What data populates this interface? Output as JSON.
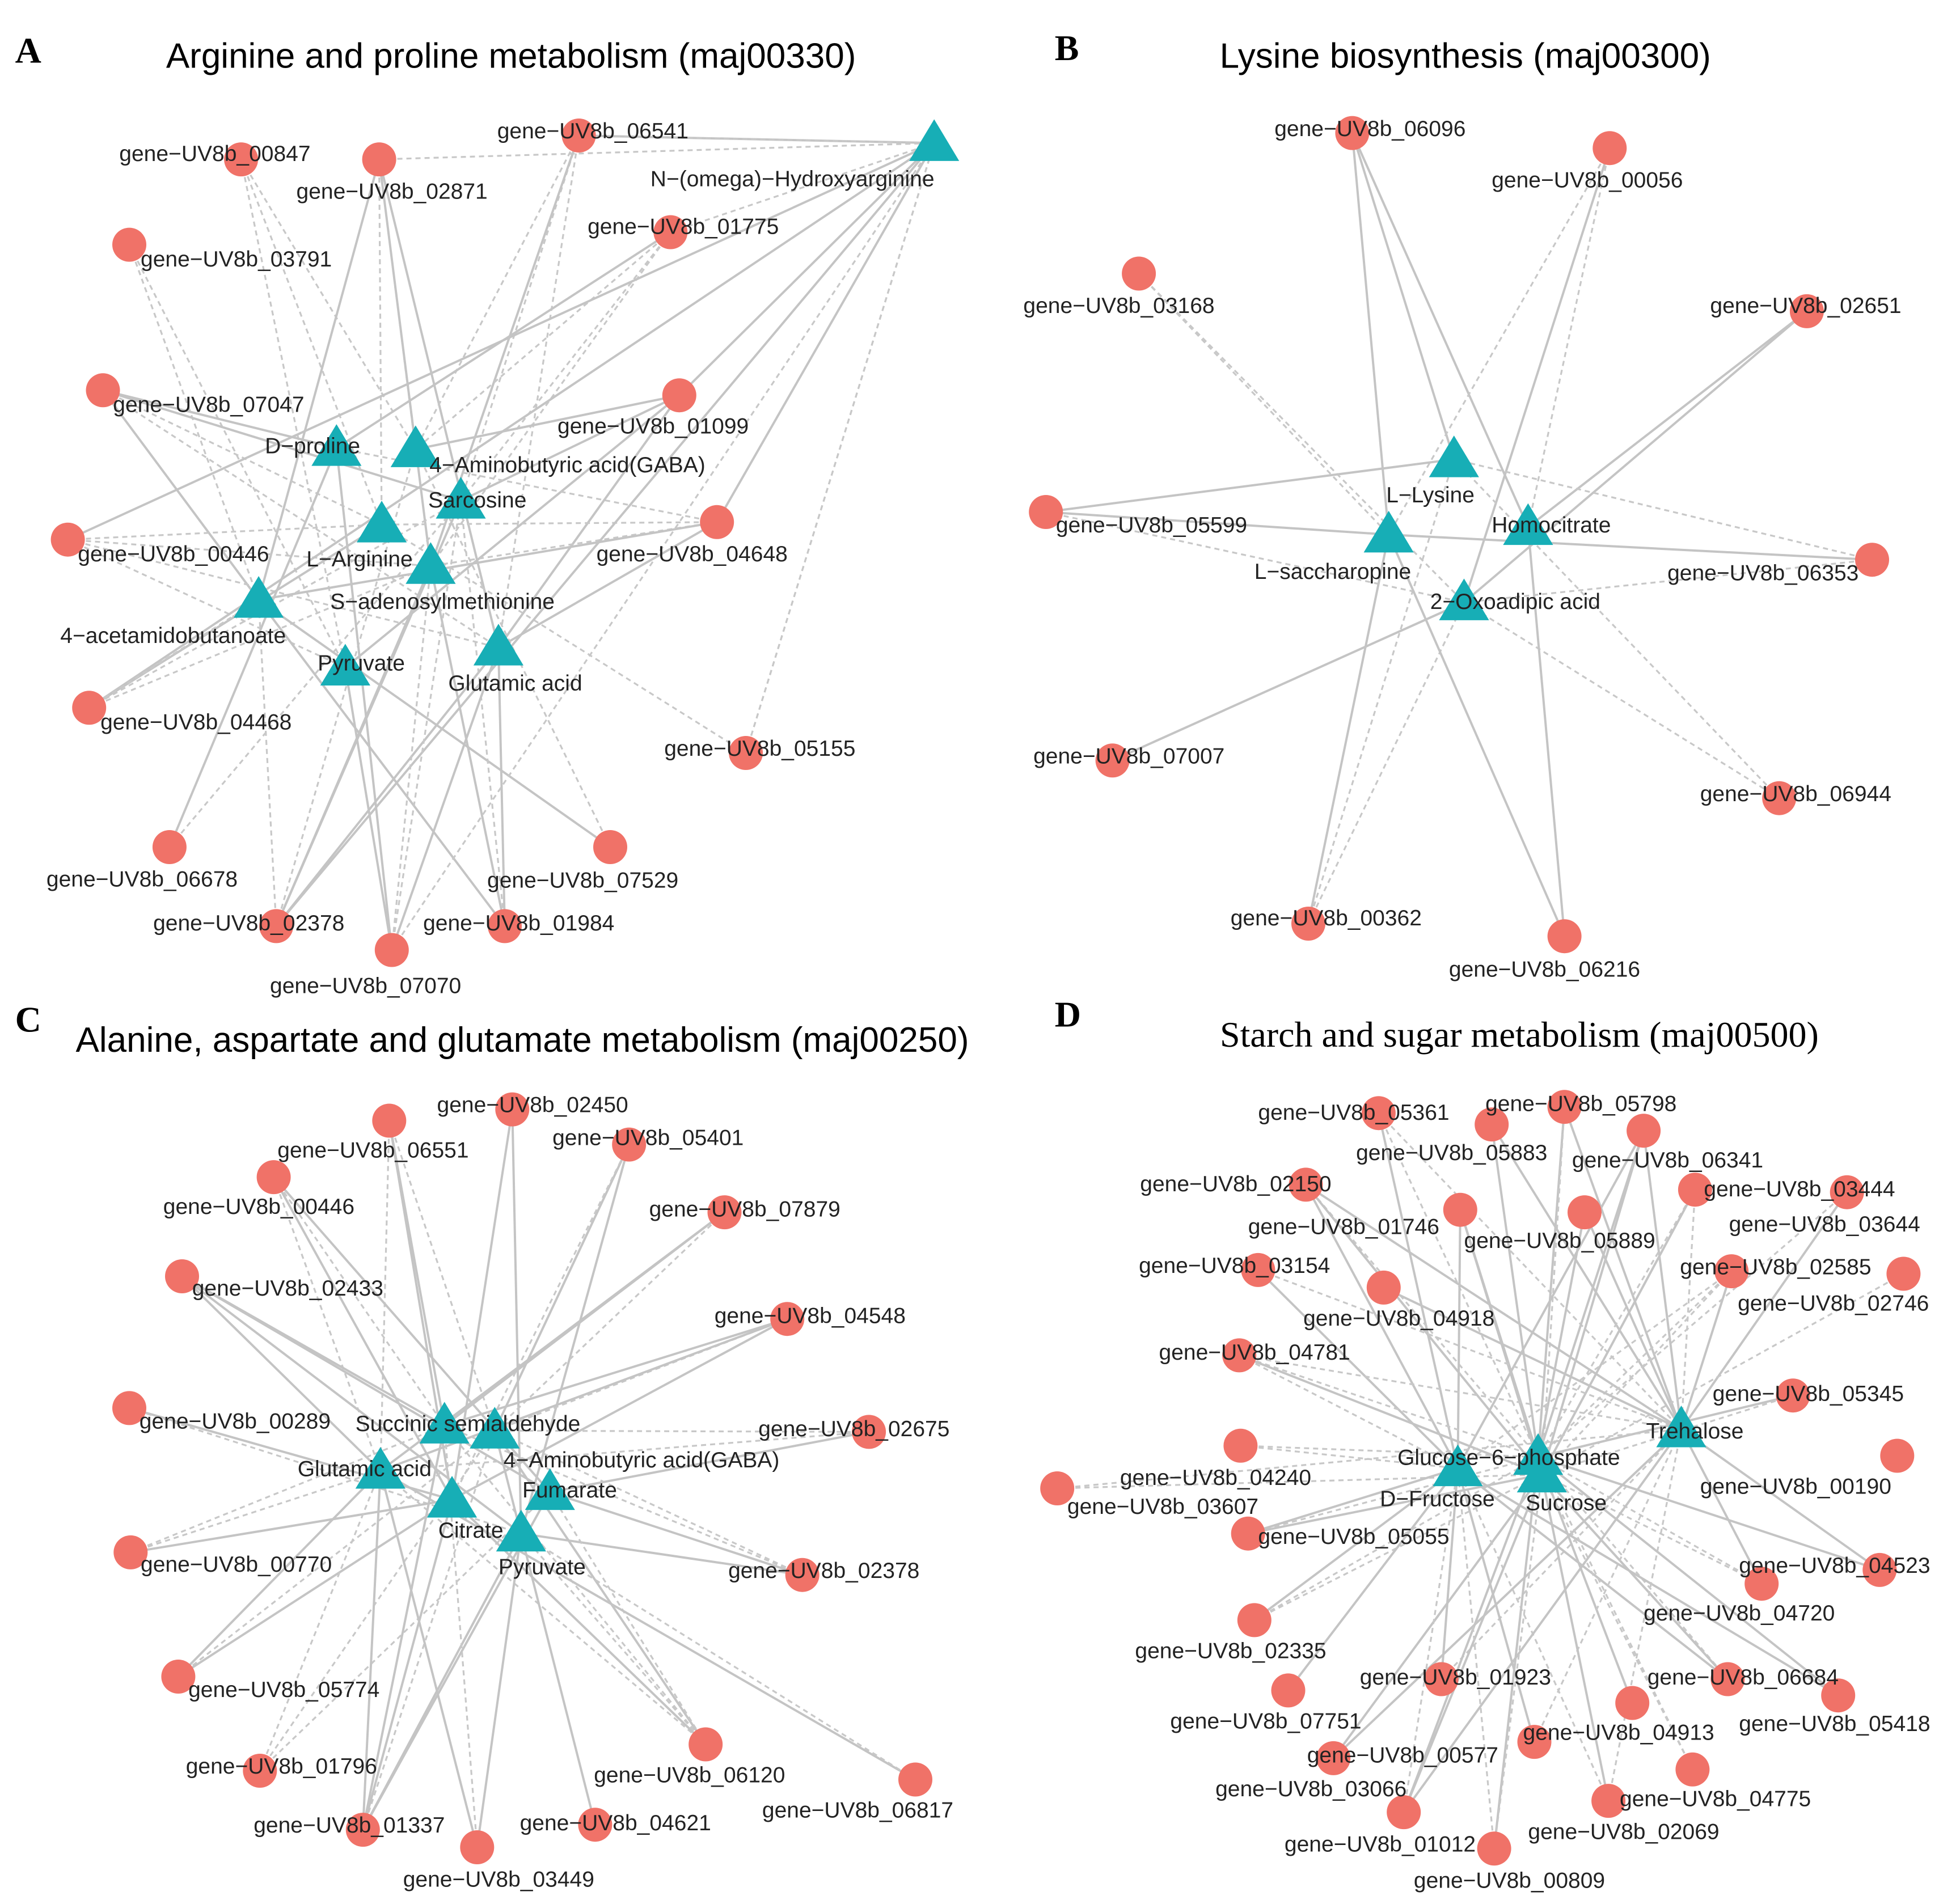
{
  "colors": {
    "gene": "#f07268",
    "metabolite": "#17aeb6",
    "edge": "#c4c4c4"
  },
  "panels": [
    {
      "letter": "A",
      "title": "Arginine and proline metabolism (maj00330)",
      "genes": [
        "gene−UV8b_00847",
        "gene−UV8b_02871",
        "gene−UV8b_06541",
        "gene−UV8b_01775",
        "gene−UV8b_03791",
        "gene−UV8b_07047",
        "gene−UV8b_01099",
        "gene−UV8b_00446",
        "gene−UV8b_04648",
        "gene−UV8b_04468",
        "gene−UV8b_05155",
        "gene−UV8b_06678",
        "gene−UV8b_07529",
        "gene−UV8b_02378",
        "gene−UV8b_01984",
        "gene−UV8b_07070"
      ],
      "metabolites": [
        "N−(omega)−Hydroxyarginine",
        "D−proline",
        "4−Aminobutyric acid(GABA)",
        "Sarcosine",
        "L−Arginine",
        "S−adenosylmethionine",
        "4−acetamidobutanoate",
        "Pyruvate",
        "Glutamic acid"
      ]
    },
    {
      "letter": "B",
      "title": "Lysine biosynthesis (maj00300)",
      "genes": [
        "gene−UV8b_06096",
        "gene−UV8b_00056",
        "gene−UV8b_03168",
        "gene−UV8b_02651",
        "gene−UV8b_05599",
        "gene−UV8b_06353",
        "gene−UV8b_07007",
        "gene−UV8b_06944",
        "gene−UV8b_00362",
        "gene−UV8b_06216"
      ],
      "metabolites": [
        "L−Lysine",
        "Homocitrate",
        "L−saccharopine",
        "2−Oxoadipic acid"
      ]
    },
    {
      "letter": "C",
      "title": "Alanine, aspartate and glutamate metabolism (maj00250)",
      "genes": [
        "gene−UV8b_02450",
        "gene−UV8b_06551",
        "gene−UV8b_05401",
        "gene−UV8b_00446",
        "gene−UV8b_07879",
        "gene−UV8b_02433",
        "gene−UV8b_04548",
        "gene−UV8b_00289",
        "gene−UV8b_02675",
        "gene−UV8b_00770",
        "gene−UV8b_02378",
        "gene−UV8b_05774",
        "gene−UV8b_01796",
        "gene−UV8b_06120",
        "gene−UV8b_01337",
        "gene−UV8b_04621",
        "gene−UV8b_06817",
        "gene−UV8b_03449"
      ],
      "metabolites": [
        "Succinic semialdehyde",
        "4−Aminobutyric acid(GABA)",
        "Glutamic acid",
        "Fumarate",
        "Citrate",
        "Pyruvate"
      ]
    },
    {
      "letter": "D",
      "title": "Starch and sugar metabolism (maj00500)",
      "genes": [
        "gene−UV8b_05361",
        "gene−UV8b_05798",
        "gene−UV8b_05883",
        "gene−UV8b_06341",
        "gene−UV8b_02150",
        "gene−UV8b_03444",
        "gene−UV8b_01746",
        "gene−UV8b_05889",
        "gene−UV8b_03644",
        "gene−UV8b_03154",
        "gene−UV8b_02585",
        "gene−UV8b_02746",
        "gene−UV8b_04918",
        "gene−UV8b_04781",
        "gene−UV8b_05345",
        "gene−UV8b_04240",
        "gene−UV8b_00190",
        "gene−UV8b_03607",
        "gene−UV8b_05055",
        "gene−UV8b_04523",
        "gene−UV8b_04720",
        "gene−UV8b_02335",
        "gene−UV8b_01923",
        "gene−UV8b_06684",
        "gene−UV8b_07751",
        "gene−UV8b_04913",
        "gene−UV8b_05418",
        "gene−UV8b_00577",
        "gene−UV8b_03066",
        "gene−UV8b_04775",
        "gene−UV8b_02069",
        "gene−UV8b_01012",
        "gene−UV8b_00809"
      ],
      "metabolites": [
        "Trehalose",
        "Glucose−6−phosphate",
        "D−Fructose",
        "Sucrose"
      ]
    }
  ]
}
